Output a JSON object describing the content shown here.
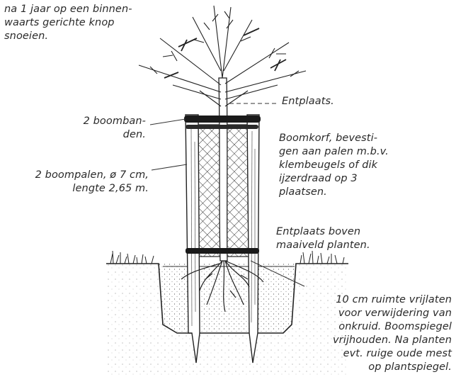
{
  "annotations": {
    "pruning": [
      "na 1 jaar op een binnen-",
      "waarts gerichte knop",
      "snoeien."
    ],
    "graft_point": [
      "Entplaats."
    ],
    "tree_bands": [
      "2 boomban-",
      "den."
    ],
    "basket": [
      "Boomkorf, bevesti-",
      "gen aan palen m.b.v.",
      "klembeugels of dik",
      "ijzerdraad op 3",
      "plaatsen."
    ],
    "stakes": [
      "2 boompalen, ø 7 cm,",
      "lengte 2,65 m."
    ],
    "graft_above_ground": [
      "Entplaats boven",
      "maaiveld planten."
    ],
    "weed_space": [
      "10 cm ruimte vrijlaten",
      "voor verwijdering van",
      "onkruid. Boomspiegel",
      "vrijhouden. Na planten",
      "evt. ruige oude mest",
      "op plantspiegel."
    ]
  }
}
